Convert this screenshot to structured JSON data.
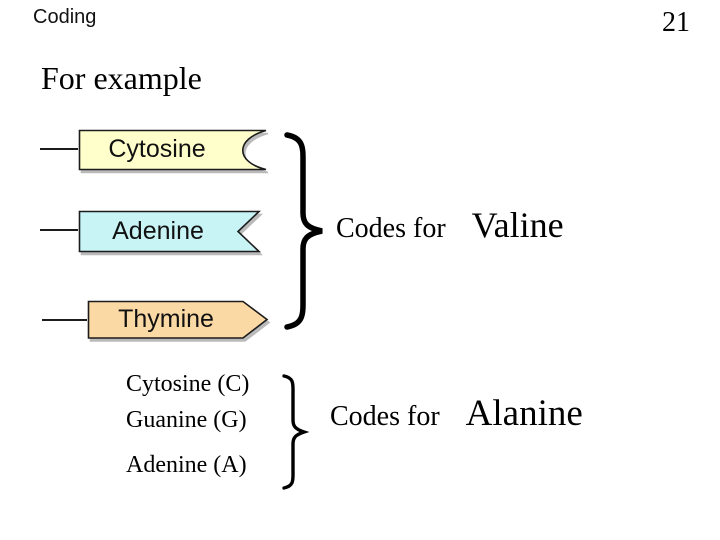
{
  "slide": {
    "title": "Coding",
    "page_number": "21",
    "heading": "For example"
  },
  "triplet_diagram": {
    "bases": [
      {
        "label": "Cytosine",
        "fill": "#FFFFCC",
        "shape": "round-notch-tab"
      },
      {
        "label": "Adenine",
        "fill": "#C8F4F6",
        "shape": "chevron-notch-tab"
      },
      {
        "label": "Thymine",
        "fill": "#FBD9A5",
        "shape": "arrow-point-tab"
      }
    ],
    "outline_color": "#1c1c1c",
    "codes_for_label": "Codes for",
    "amino_acid": "Valine"
  },
  "triplet_list": {
    "bases": [
      "Cytosine (C)",
      "Guanine (G)",
      "Adenine (A)"
    ],
    "codes_for_label": "Codes for",
    "amino_acid": "Alanine"
  }
}
